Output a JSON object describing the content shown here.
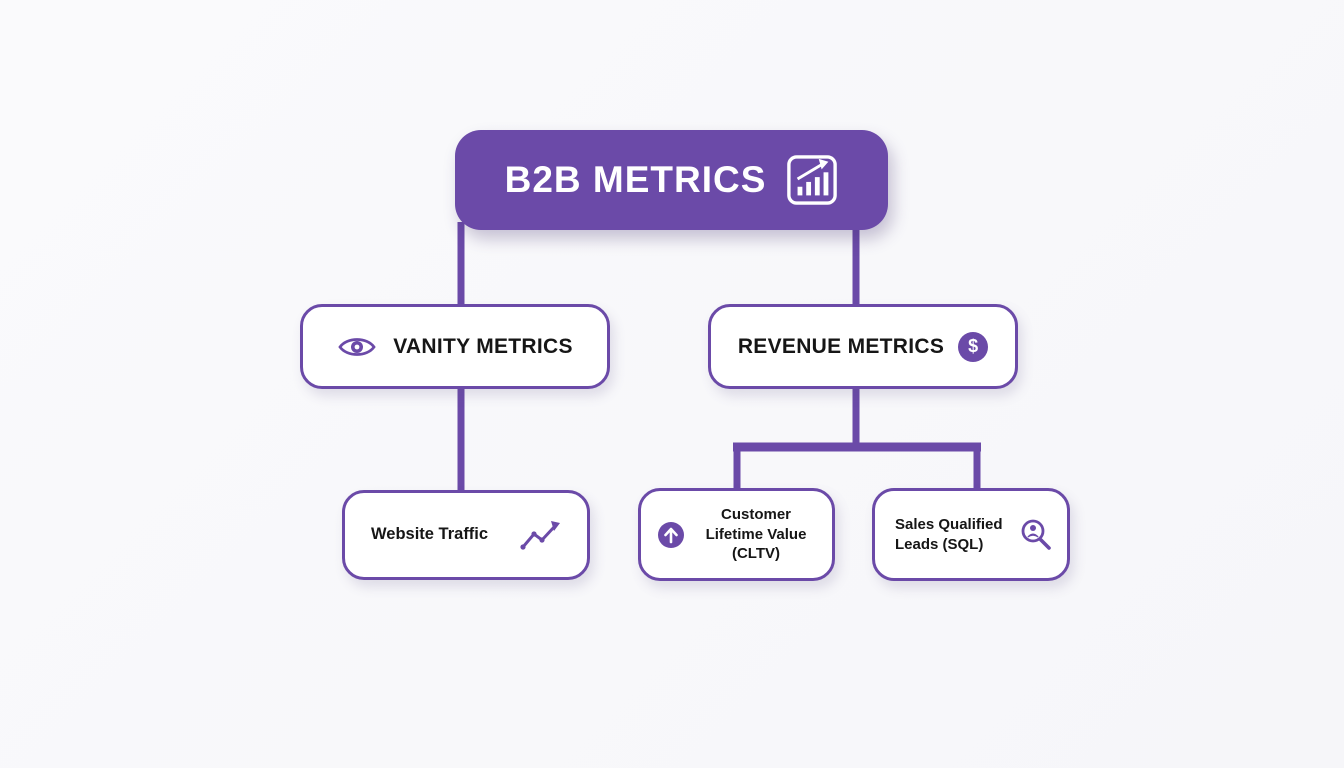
{
  "colors": {
    "accent": "#6b4aa8",
    "background": "#f8f8fa",
    "node_background": "#ffffff",
    "text": "#161616"
  },
  "root": {
    "label": "B2B METRICS",
    "icon": "bar-chart-growth-icon"
  },
  "branches": [
    {
      "label": "VANITY METRICS",
      "icon": "eye-icon"
    },
    {
      "label": "REVENUE METRICS",
      "icon": "dollar-circle-icon",
      "icon_glyph": "$"
    }
  ],
  "leaves": [
    {
      "label": "Website Traffic",
      "icon": "line-chart-arrow-icon",
      "parent": "VANITY METRICS"
    },
    {
      "label": "Customer Lifetime Value (CLTV)",
      "icon": "arrow-up-circle-icon",
      "parent": "REVENUE METRICS"
    },
    {
      "label": "Sales Qualified Leads (SQL)",
      "icon": "search-person-icon",
      "parent": "REVENUE METRICS"
    }
  ]
}
